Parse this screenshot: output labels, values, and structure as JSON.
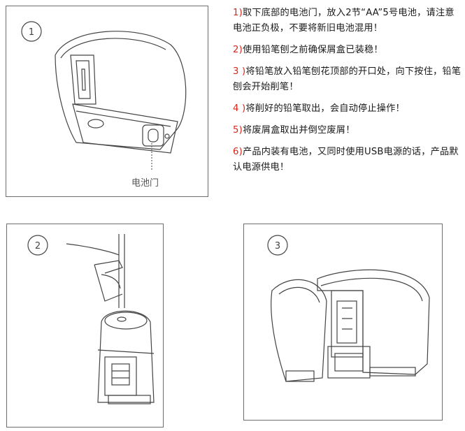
{
  "panels": [
    {
      "number": "1",
      "callout": "电池门"
    },
    {
      "number": "2"
    },
    {
      "number": "3"
    }
  ],
  "steps": [
    {
      "num": "1)",
      "text": "取下底部的电池门，放入2节“AA”5号电池，请注意电池正负极，不要将新旧电池混用！"
    },
    {
      "num": "2)",
      "text": "使用铅笔刨之前确保屑盒已装稳！"
    },
    {
      "num": "3 )",
      "text": "将铅笔放入铅笔刨花顶部的开口处，向下按住，铅笔刨会开始削笔！"
    },
    {
      "num": "4 )",
      "text": "将削好的铅笔取出，会自动停止操作！"
    },
    {
      "num": "5)",
      "text": "将废屑盒取出并倒空废屑！"
    },
    {
      "num": "6)",
      "text": "产品内装有电池，又同时使用USB电源的话，产品默认电源供电！"
    }
  ],
  "colors": {
    "step_number": "#d8261b",
    "line_art": "#444444",
    "border": "#6e6e6e"
  }
}
